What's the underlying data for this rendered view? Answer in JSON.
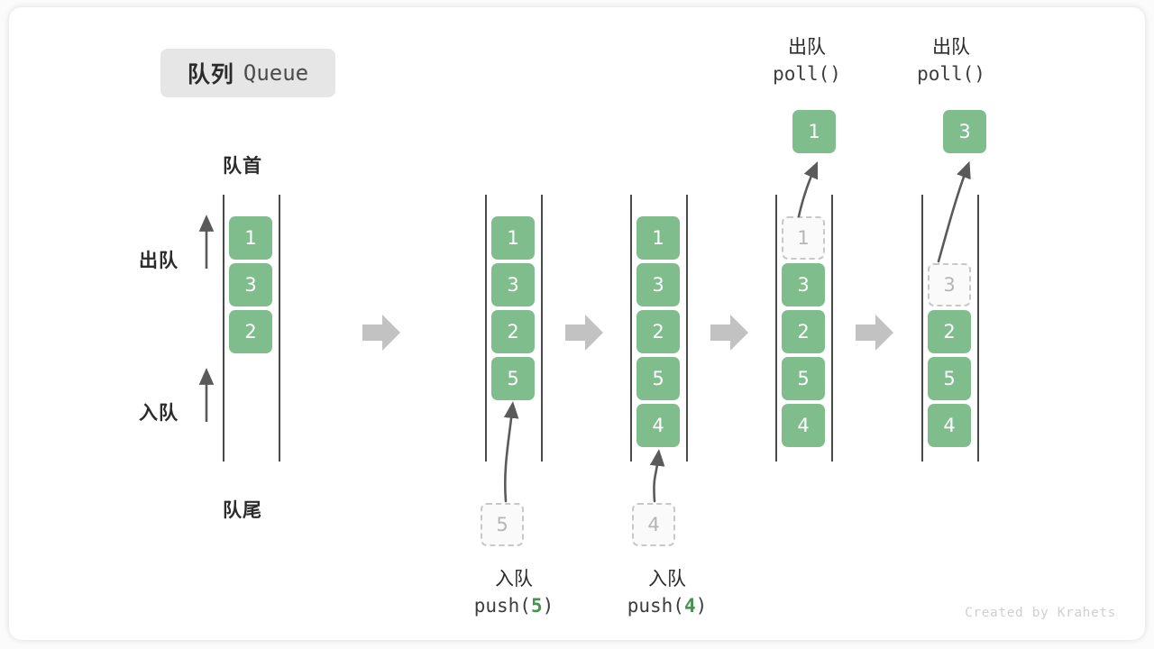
{
  "title": {
    "cn": "队列",
    "en": "Queue"
  },
  "labels": {
    "head": "队首",
    "tail": "队尾",
    "dequeue_side": "出队",
    "enqueue_side": "入队"
  },
  "watermark": "Created by Krahets",
  "colors": {
    "element": "#80bd8c",
    "element_text": "#ffffff",
    "ghost_border": "#c8c8c8",
    "ghost_text": "#b5b5b5",
    "rail": "#4a4a4a",
    "step_arrow": "#c2c2c2",
    "motion_arrow": "#5a5a5a",
    "badge_bg": "#e6e6e6",
    "accent_number": "#46934f"
  },
  "columns": [
    {
      "id": "initial",
      "caption_top": null,
      "caption_bottom": null,
      "cells": [
        {
          "value": "1",
          "state": "solid"
        },
        {
          "value": "3",
          "state": "solid"
        },
        {
          "value": "2",
          "state": "solid"
        }
      ],
      "floating": null
    },
    {
      "id": "push-5",
      "caption_top": null,
      "caption_bottom": {
        "cn": "入队",
        "fn": "push(",
        "arg": "5",
        "fn_close": ")"
      },
      "cells": [
        {
          "value": "1",
          "state": "solid"
        },
        {
          "value": "3",
          "state": "solid"
        },
        {
          "value": "2",
          "state": "solid"
        },
        {
          "value": "5",
          "state": "solid"
        }
      ],
      "floating": {
        "value": "5",
        "state": "ghost",
        "position": "below"
      }
    },
    {
      "id": "push-4",
      "caption_top": null,
      "caption_bottom": {
        "cn": "入队",
        "fn": "push(",
        "arg": "4",
        "fn_close": ")"
      },
      "cells": [
        {
          "value": "1",
          "state": "solid"
        },
        {
          "value": "3",
          "state": "solid"
        },
        {
          "value": "2",
          "state": "solid"
        },
        {
          "value": "5",
          "state": "solid"
        },
        {
          "value": "4",
          "state": "solid"
        }
      ],
      "floating": {
        "value": "4",
        "state": "ghost",
        "position": "below"
      }
    },
    {
      "id": "poll-1",
      "caption_top": {
        "cn": "出队",
        "fn": "poll()"
      },
      "caption_bottom": null,
      "cells": [
        {
          "value": "1",
          "state": "ghost"
        },
        {
          "value": "3",
          "state": "solid"
        },
        {
          "value": "2",
          "state": "solid"
        },
        {
          "value": "5",
          "state": "solid"
        },
        {
          "value": "4",
          "state": "solid"
        }
      ],
      "floating": {
        "value": "1",
        "state": "solid",
        "position": "above"
      }
    },
    {
      "id": "poll-3",
      "caption_top": {
        "cn": "出队",
        "fn": "poll()"
      },
      "caption_bottom": null,
      "cells": [
        {
          "value": "",
          "state": "empty"
        },
        {
          "value": "3",
          "state": "ghost"
        },
        {
          "value": "2",
          "state": "solid"
        },
        {
          "value": "5",
          "state": "solid"
        },
        {
          "value": "4",
          "state": "solid"
        }
      ],
      "floating": {
        "value": "3",
        "state": "solid",
        "position": "above"
      }
    }
  ]
}
